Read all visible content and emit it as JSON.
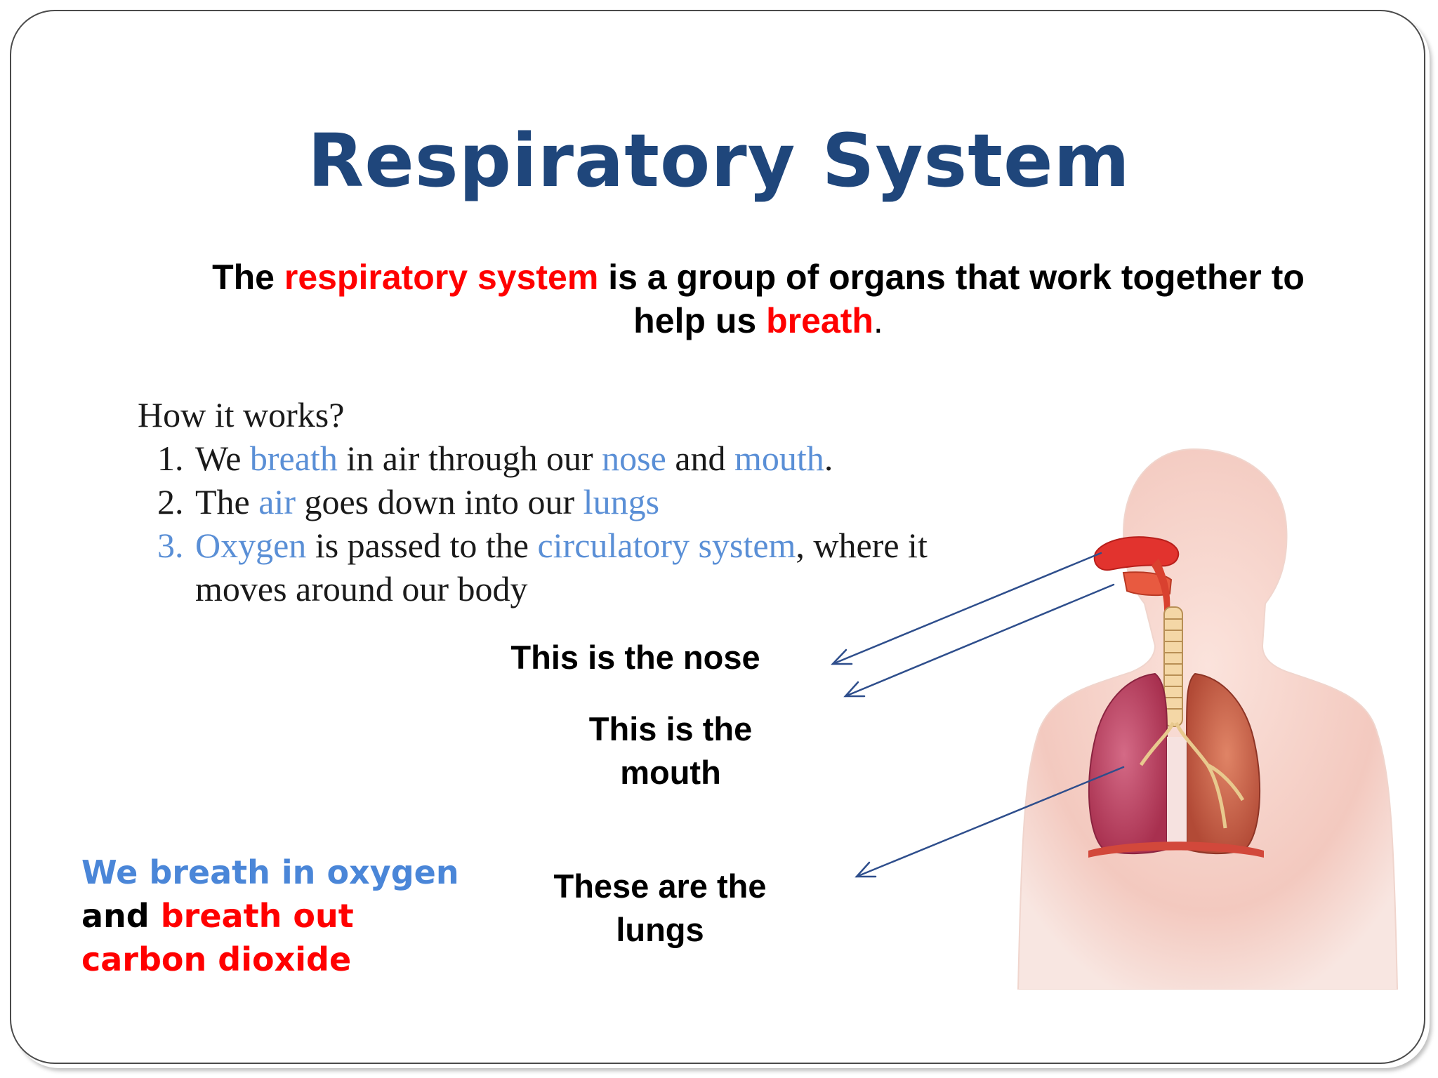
{
  "title": "Respiratory System",
  "intro": {
    "t1": "The ",
    "t2": "respiratory system",
    "t3": " is a group of organs that work together to help us ",
    "t4": "breath",
    "t5": "."
  },
  "how": {
    "heading": "How it works?",
    "item1": {
      "a": "We ",
      "b": "breath",
      "c": " in air through our ",
      "d": "nose",
      "e": " and ",
      "f": "mouth",
      "g": "."
    },
    "item2": {
      "a": "The ",
      "b": "air",
      "c": " goes down into our ",
      "d": "lungs"
    },
    "item3": {
      "a": "Oxygen",
      "b": " is passed to the ",
      "c": "circulatory system",
      "d": ", where it moves around our body"
    }
  },
  "labels": {
    "nose": "This is the nose",
    "mouth": "This is the mouth",
    "lungs": "These are the lungs"
  },
  "summary": {
    "a": "We breath in oxygen",
    "b": " and ",
    "c": "breath out carbon dioxide"
  },
  "colors": {
    "title": "#1f467b",
    "highlight_red": "#ff0000",
    "highlight_blue": "#5a8fd6",
    "arrow": "#2e4e8c"
  }
}
